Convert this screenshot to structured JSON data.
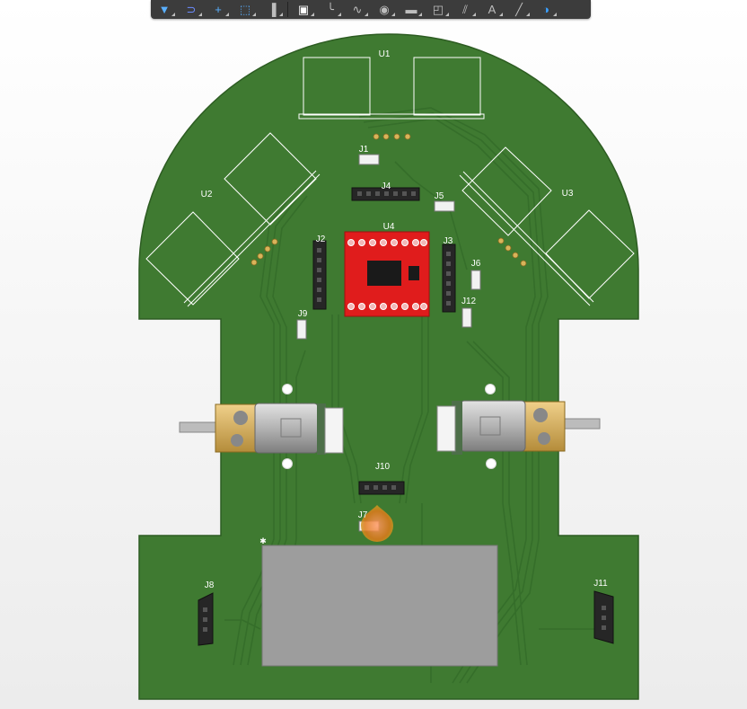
{
  "toolbar": {
    "tools": [
      {
        "icon": "filter-icon",
        "glyph": "▼",
        "color": "#5ab0ff"
      },
      {
        "icon": "magnet-icon",
        "glyph": "⊃",
        "color": "#6c8cff"
      },
      {
        "icon": "crosshair-icon",
        "glyph": "+",
        "color": "#5ab0ff"
      },
      {
        "icon": "select-rect-icon",
        "glyph": "⬚",
        "color": "#5ab0ff"
      },
      {
        "icon": "bar-graph-icon",
        "glyph": "▐",
        "color": "#bdbdbd"
      },
      {
        "icon": "component-icon",
        "glyph": "▣",
        "color": "#ffffff"
      },
      {
        "icon": "route-icon",
        "glyph": "╰",
        "color": "#bdbdbd"
      },
      {
        "icon": "wave-icon",
        "glyph": "∿",
        "color": "#bdbdbd"
      },
      {
        "icon": "via-icon",
        "glyph": "◉",
        "color": "#bdbdbd"
      },
      {
        "icon": "fill-icon",
        "glyph": "▬",
        "color": "#bdbdbd"
      },
      {
        "icon": "polygon-icon",
        "glyph": "◰",
        "color": "#bdbdbd"
      },
      {
        "icon": "diff-pair-icon",
        "glyph": "⫽",
        "color": "#bdbdbd"
      },
      {
        "icon": "text-icon",
        "glyph": "A",
        "color": "#bdbdbd"
      },
      {
        "icon": "line-icon",
        "glyph": "╱",
        "color": "#bdbdbd"
      },
      {
        "icon": "3d-view-icon",
        "glyph": "◑",
        "color": "#3aa0ff"
      }
    ]
  },
  "board": {
    "colors": {
      "pcb": "#3f7a31",
      "pcb_edge": "#2d5c22",
      "trace": "#356d2a",
      "silk": "#ffffff",
      "driver": "#e01c1c",
      "battery": "#9d9d9d",
      "motor_metal": "#b8b8b8",
      "gearbox": "#d8b466"
    },
    "refdes": {
      "U1": "U1",
      "U2": "U2",
      "U3": "U3",
      "U4": "U4",
      "J1": "J1",
      "J2": "J2",
      "J3": "J3",
      "J4": "J4",
      "J5": "J5",
      "J6": "J6",
      "J7": "J7",
      "J8": "J8",
      "J9": "J9",
      "J10": "J10",
      "J11": "J11",
      "J12": "J12"
    }
  }
}
